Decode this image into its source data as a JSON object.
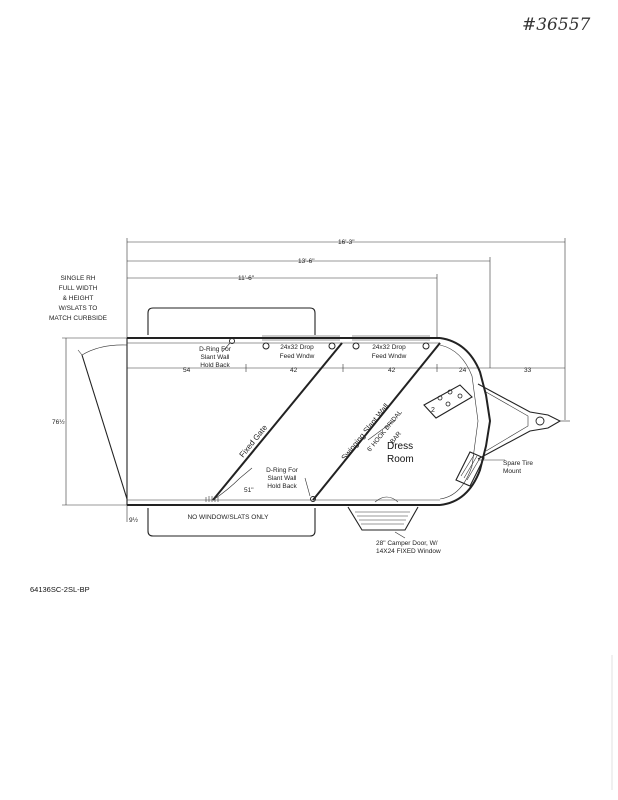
{
  "stamp": {
    "number": "#36557"
  },
  "model_code": "64136SC-2SL-BP",
  "dimensions": {
    "overall": "16'-3\"",
    "body": "13'-6\"",
    "stall": "11'-6\"",
    "width": "76½",
    "seg_54": "54",
    "seg_42a": "42",
    "seg_42b": "42",
    "seg_24": "24",
    "seg_33": "33",
    "gate_len": "51\"",
    "rear_offset": "9½"
  },
  "labels": {
    "rear_door_1": "SINGLE RH",
    "rear_door_2": "FULL WIDTH",
    "rear_door_3": "& HEIGHT",
    "rear_door_4": "W/SLATS TO",
    "rear_door_5": "MATCH CURBSIDE",
    "dring_top_1": "D-Ring For",
    "dring_top_2": "Slant Wall",
    "dring_top_3": "Hold Back",
    "window_1_line1": "24x32 Drop",
    "window_1_line2": "Feed Wndw",
    "window_2_line1": "24x32 Drop",
    "window_2_line2": "Feed Wndw",
    "fixed_gate": "Fixed Gate",
    "swinging_wall": "Swinging Slant Wall",
    "bridal_bar_1": "6' HOOK BRIDAL",
    "bridal_bar_2": "BAR",
    "dress_room_1": "Dress",
    "dress_room_2": "Room",
    "spare_tire_1": "Spare Tire",
    "spare_tire_2": "Mount",
    "dring_bot_1": "D-Ring For",
    "dring_bot_2": "Slant Wall",
    "dring_bot_3": "Hold Back",
    "no_window": "NO WINDOW/SLATS ONLY",
    "camper_door_1": "28\" Camper Door, W/",
    "camper_door_2": "14X24 FIXED Window"
  }
}
